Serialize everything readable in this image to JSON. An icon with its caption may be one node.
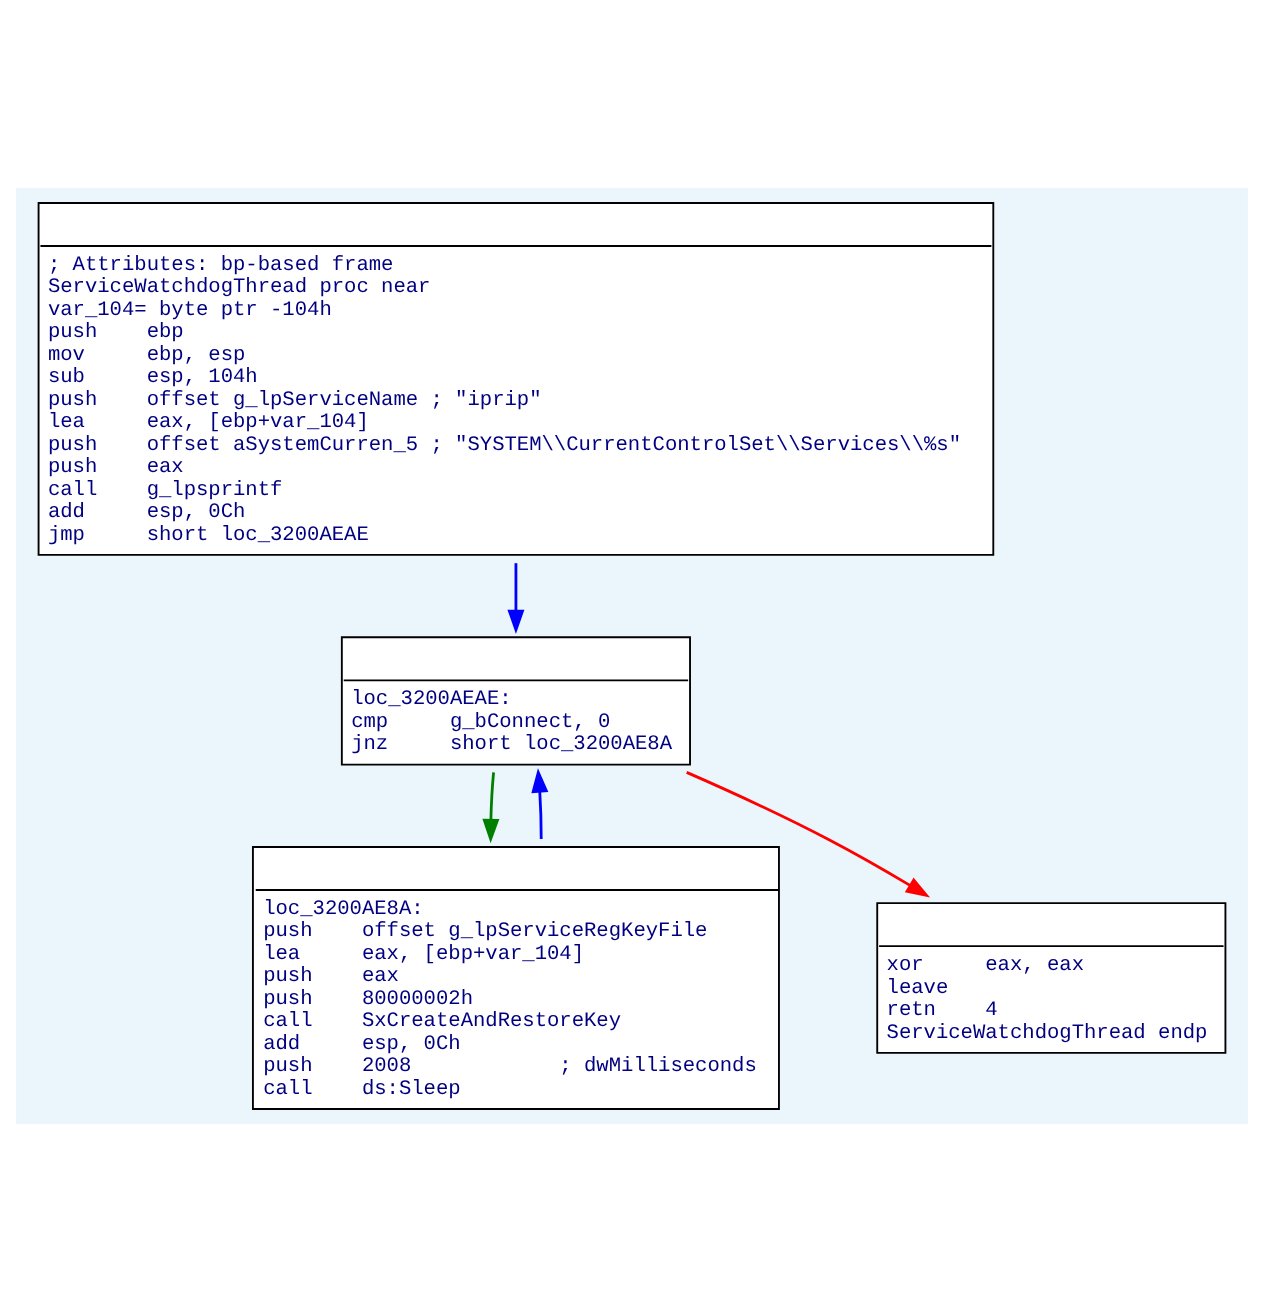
{
  "diagram": {
    "nodes": [
      {
        "text": [
          "; Attributes: bp-based frame",
          "ServiceWatchdogThread proc near",
          "var_104= byte ptr -104h",
          "push    ebp",
          "mov     ebp, esp",
          "sub     esp, 104h",
          "push    offset g_lpServiceName ; \"iprip\"",
          "lea     eax, [ebp+var_104]",
          "push    offset aSystemCurren_5 ; \"SYSTEM\\\\CurrentControlSet\\\\Services\\\\%s\"",
          "push    eax",
          "call    g_lpsprintf",
          "add     esp, 0Ch",
          "jmp     short loc_3200AEAE"
        ]
      },
      {
        "text": [
          "loc_3200AEAE:",
          "cmp     g_bConnect, 0",
          "jnz     short loc_3200AE8A"
        ]
      },
      {
        "text": [
          "loc_3200AE8A:",
          "push    offset g_lpServiceRegKeyFile",
          "lea     eax, [ebp+var_104]",
          "push    eax",
          "push    80000002h",
          "call    SxCreateAndRestoreKey",
          "add     esp, 0Ch",
          "push    2008            ; dwMilliseconds",
          "call    ds:Sleep"
        ]
      },
      {
        "text": [
          "xor     eax, eax",
          "leave",
          "retn    4",
          "ServiceWatchdogThread endp"
        ]
      }
    ],
    "edges": [
      {
        "from": 0,
        "to": 1,
        "arrow": "to",
        "color": "#0000ff"
      },
      {
        "from": 1,
        "to": 2,
        "arrow": "to",
        "color": "#008000"
      },
      {
        "from": 1,
        "to": 3,
        "arrow": "to",
        "color": "#ff0000"
      },
      {
        "from": 2,
        "to": 1,
        "arrow": "to",
        "color": "#0000ff"
      }
    ]
  }
}
